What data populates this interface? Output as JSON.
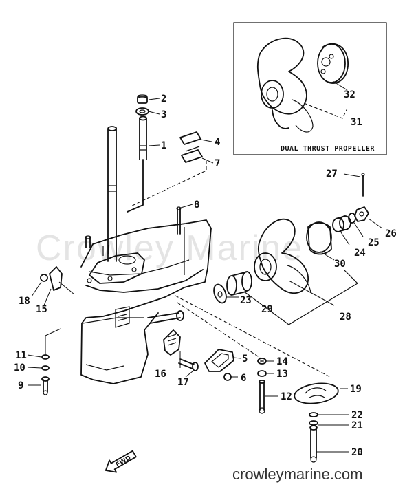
{
  "diagram": {
    "watermark": "Crowley Marine",
    "footer_url": "crowleymarine.com",
    "inset_title": "DUAL THRUST PROPELLER",
    "direction_label": "FWD",
    "callouts": {
      "n1": "1",
      "n2": "2",
      "n3": "3",
      "n4": "4",
      "n5": "5",
      "n6": "6",
      "n7": "7",
      "n8": "8",
      "n9": "9",
      "n10": "10",
      "n11": "11",
      "n12": "12",
      "n13": "13",
      "n14": "14",
      "n15": "15",
      "n16": "16",
      "n17": "17",
      "n18": "18",
      "n19": "19",
      "n20": "20",
      "n21": "21",
      "n22": "22",
      "n23": "23",
      "n24": "24",
      "n25": "25",
      "n26": "26",
      "n27": "27",
      "n28": "28",
      "n29": "29",
      "n30": "30",
      "n31": "31",
      "n32": "32"
    }
  }
}
